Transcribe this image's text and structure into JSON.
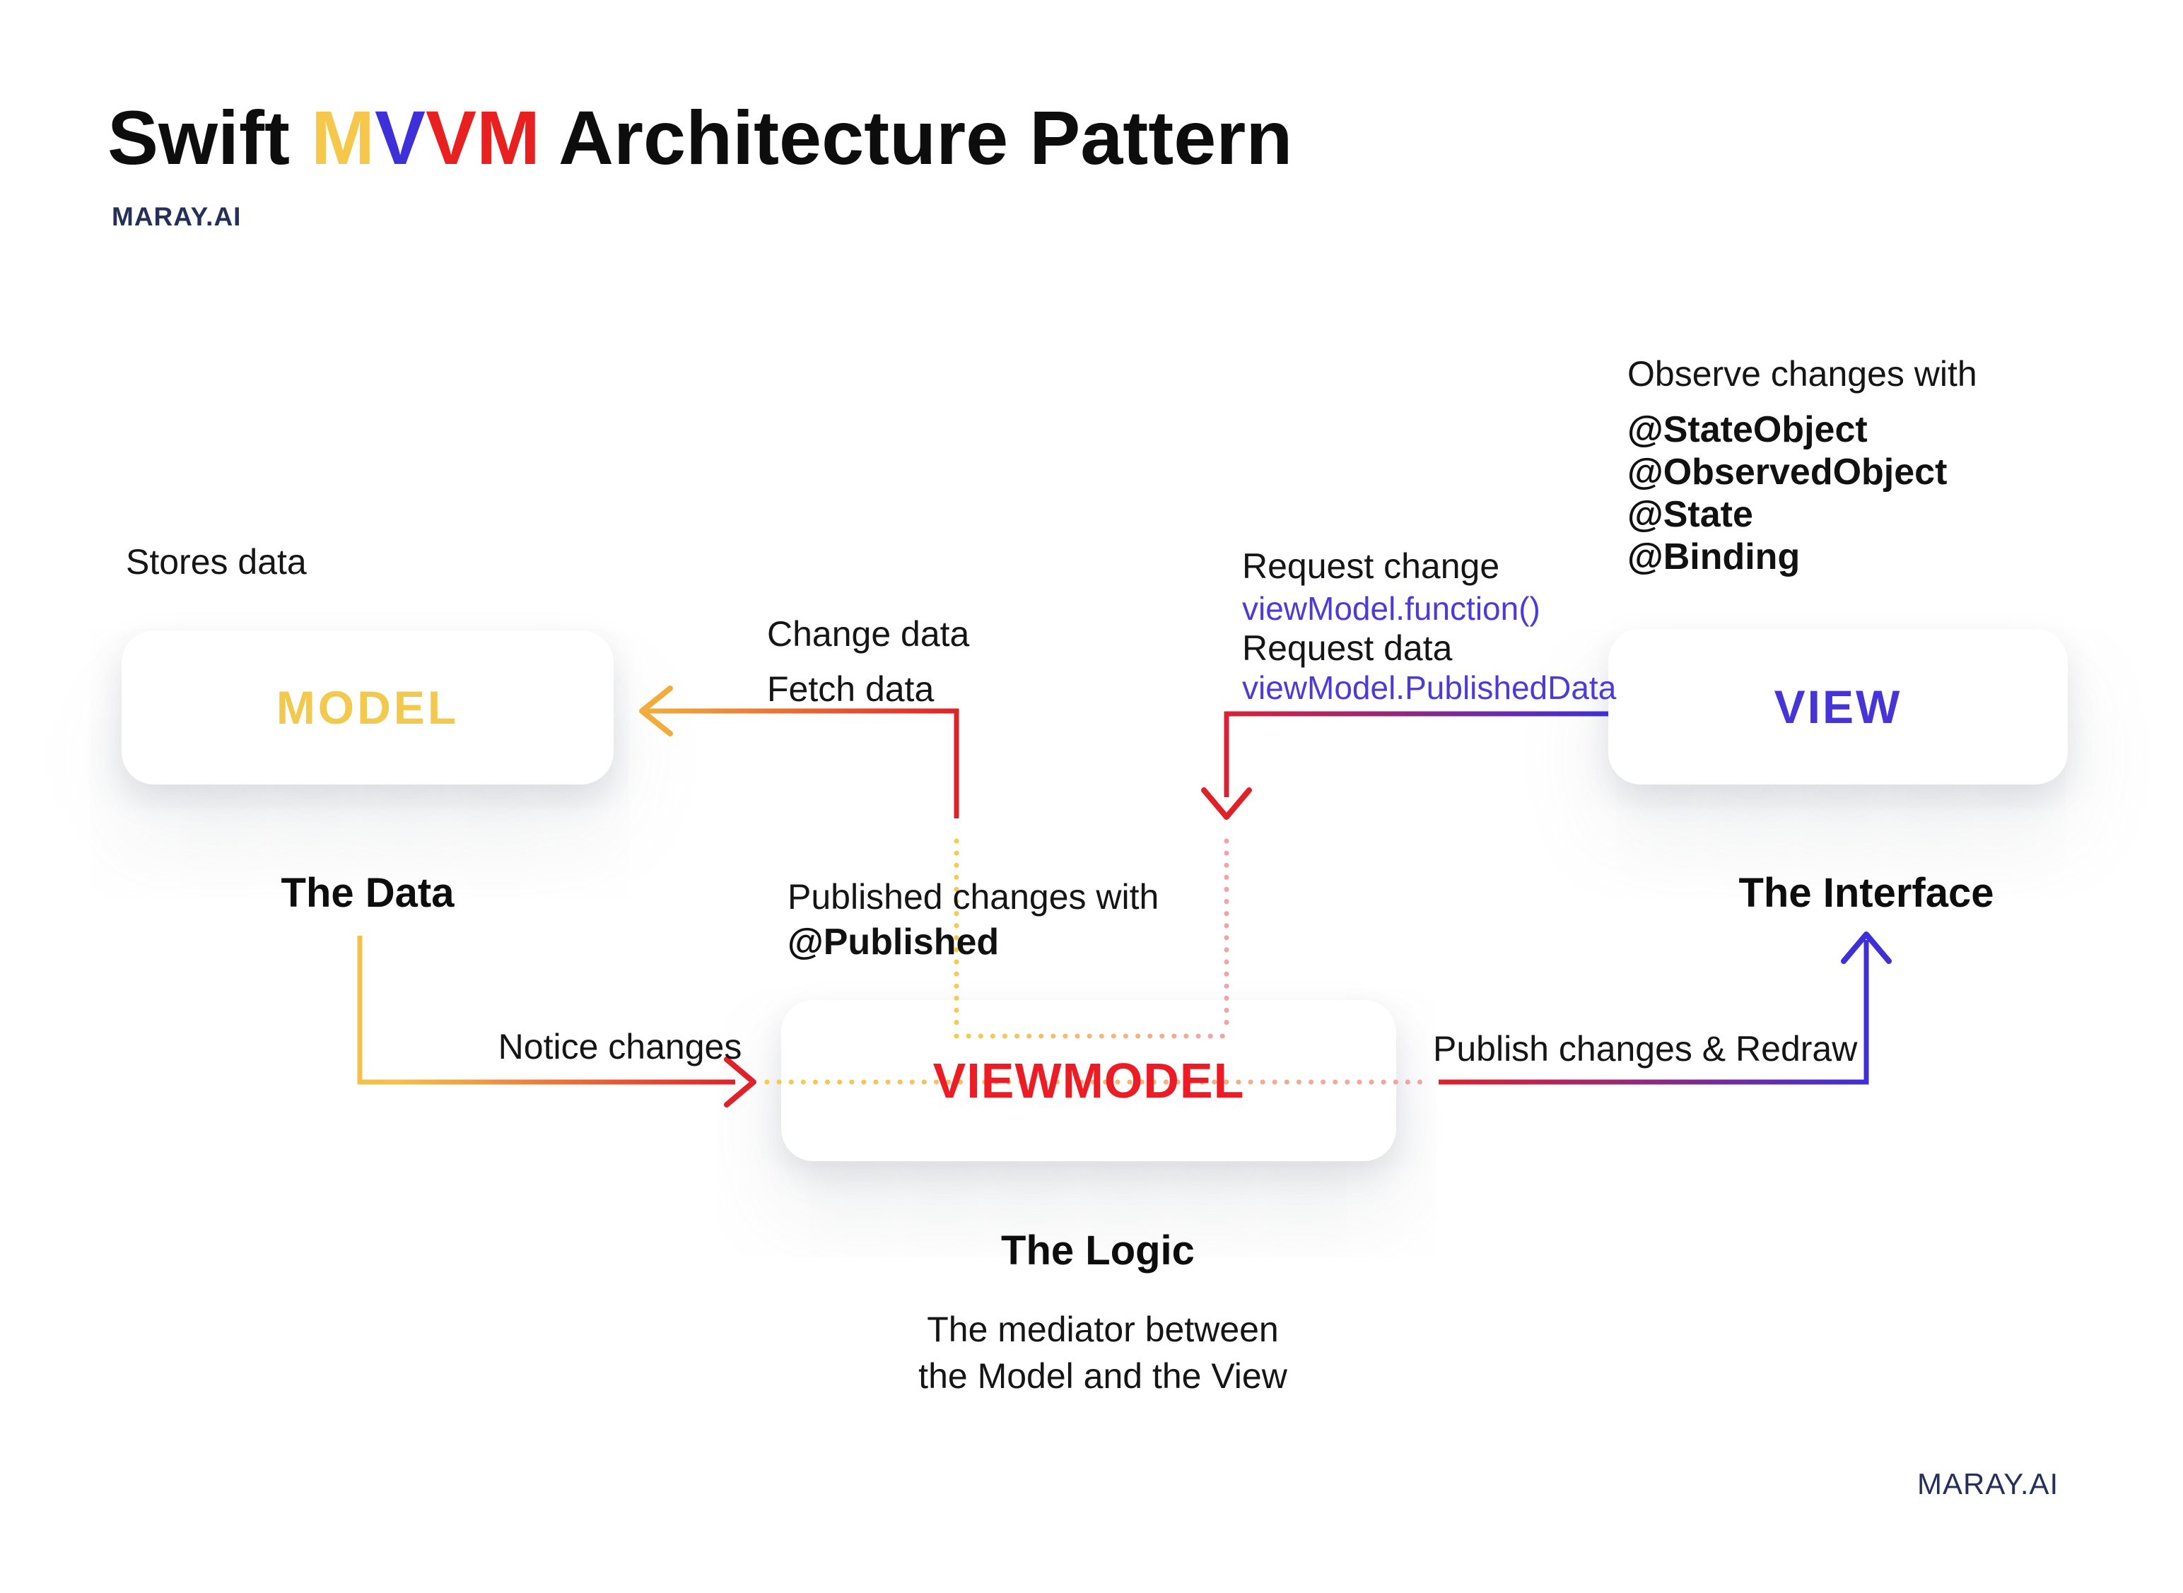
{
  "header": {
    "title": {
      "word1": "Swift ",
      "letters": [
        {
          "ch": "M",
          "color": "#F5C84C"
        },
        {
          "ch": "V",
          "color": "#3F2FD8"
        },
        {
          "ch": "V",
          "color": "#E8201F"
        },
        {
          "ch": "M",
          "color": "#E8201F"
        }
      ],
      "rest": " Architecture Pattern"
    },
    "brand": "MARAY.AI"
  },
  "model": {
    "caption": "Stores data",
    "label": "MODEL",
    "subtitle": "The Data"
  },
  "view": {
    "observe_title": "Observe changes with",
    "observe_items": [
      "@StateObject",
      "@ObservedObject",
      "@State",
      "@Binding"
    ],
    "label": "VIEW",
    "subtitle": "The Interface"
  },
  "viewmodel": {
    "label": "VIEWMODEL",
    "subtitle": "The Logic",
    "description_line1": "The mediator between",
    "description_line2": "the Model and the View"
  },
  "arrows": {
    "change_fetch": {
      "line1": "Change data",
      "line2": "Fetch data"
    },
    "request": {
      "line1": "Request change",
      "code1": "viewModel.function()",
      "line2": "Request data",
      "code2": "viewModel.PublishedData"
    },
    "published": {
      "line1": "Published changes with",
      "line2": "@Published"
    },
    "notice_label": "Notice changes",
    "publish_label": "Publish changes & Redraw"
  },
  "footer": {
    "brand": "MARAY.AI"
  },
  "colors": {
    "yellow": "#F5C84C",
    "orange": "#F2AC3C",
    "red": "#E02128",
    "pink_dots": "#F1A3A6",
    "blue": "#3F2FD8",
    "purple_code": "#4B3BD8",
    "viewmodel_red": "#ED1C24",
    "navy_brand": "#25305A"
  }
}
